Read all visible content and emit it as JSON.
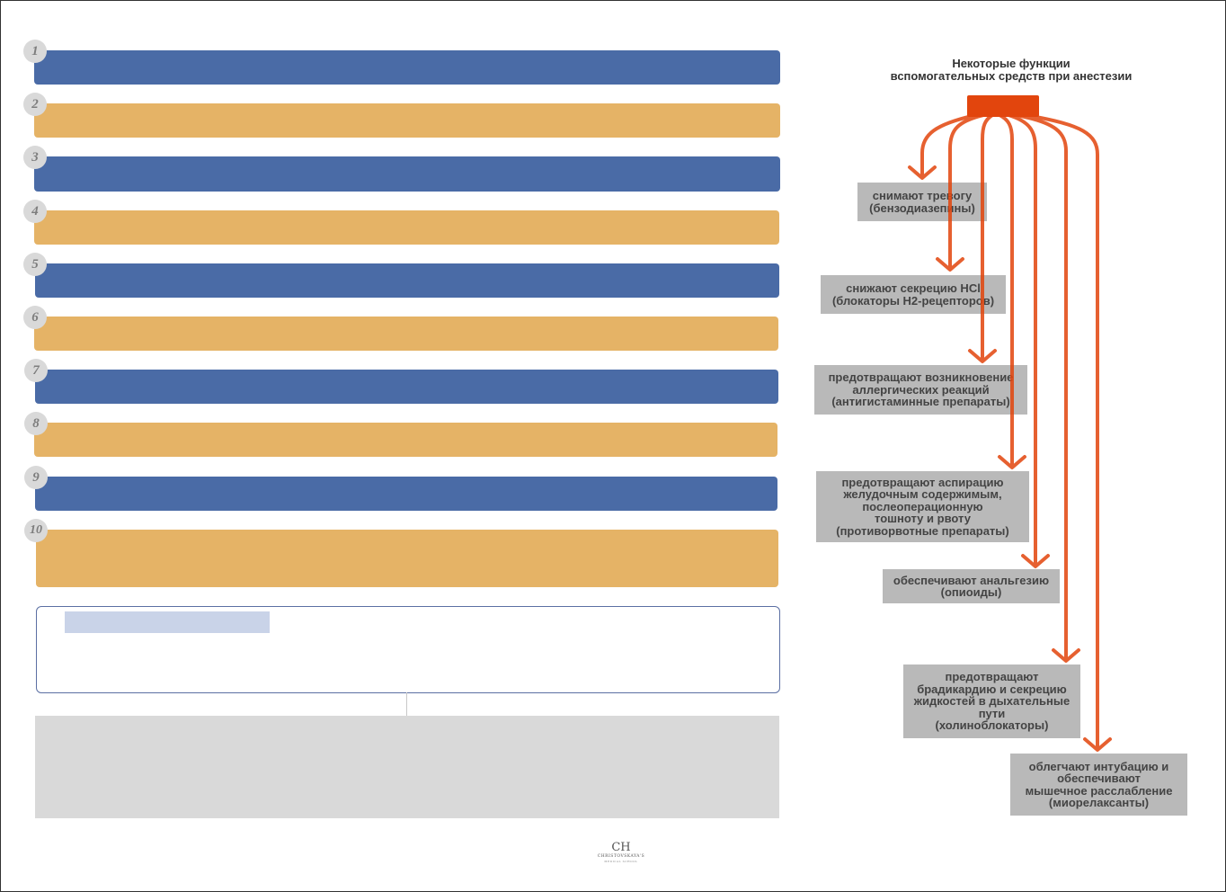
{
  "list": {
    "numbers": [
      "1",
      "2",
      "3",
      "4",
      "5",
      "6",
      "7",
      "8",
      "9",
      "10"
    ]
  },
  "colors": {
    "blue": "#4a6ba6",
    "orange": "#e5b366",
    "arrow": "#e2450d",
    "box": "#b9b9b9"
  },
  "diagram": {
    "title": "Некоторые функции\nвспомогательных средств при анестезии",
    "functions": [
      "снимают тревогу\n(бензодиазепины)",
      "снижают секрецию HCl\n(блокаторы Н2-рецепторов)",
      "предотвращают возникновение\nаллергических реакций\n(антигистаминные препараты)",
      "предотвращают аспирацию\nжелудочным содержимым,\nпослеоперационную\nтошноту и рвоту\n(противорвотные препараты)",
      "обеспечивают анальгезию\n(опиоиды)",
      "предотвращают\nбрадикардию и секрецию\nжидкостей в дыхательные\nпути\n(холиноблокаторы)",
      "облегчают интубацию и\nобеспечивают\nмышечное расслабление\n(миорелаксанты)"
    ]
  },
  "logo": {
    "monogram": "CH",
    "name": "CHRISTOVSKAYA'S",
    "sub": "MEDICAL SCHOOL"
  }
}
